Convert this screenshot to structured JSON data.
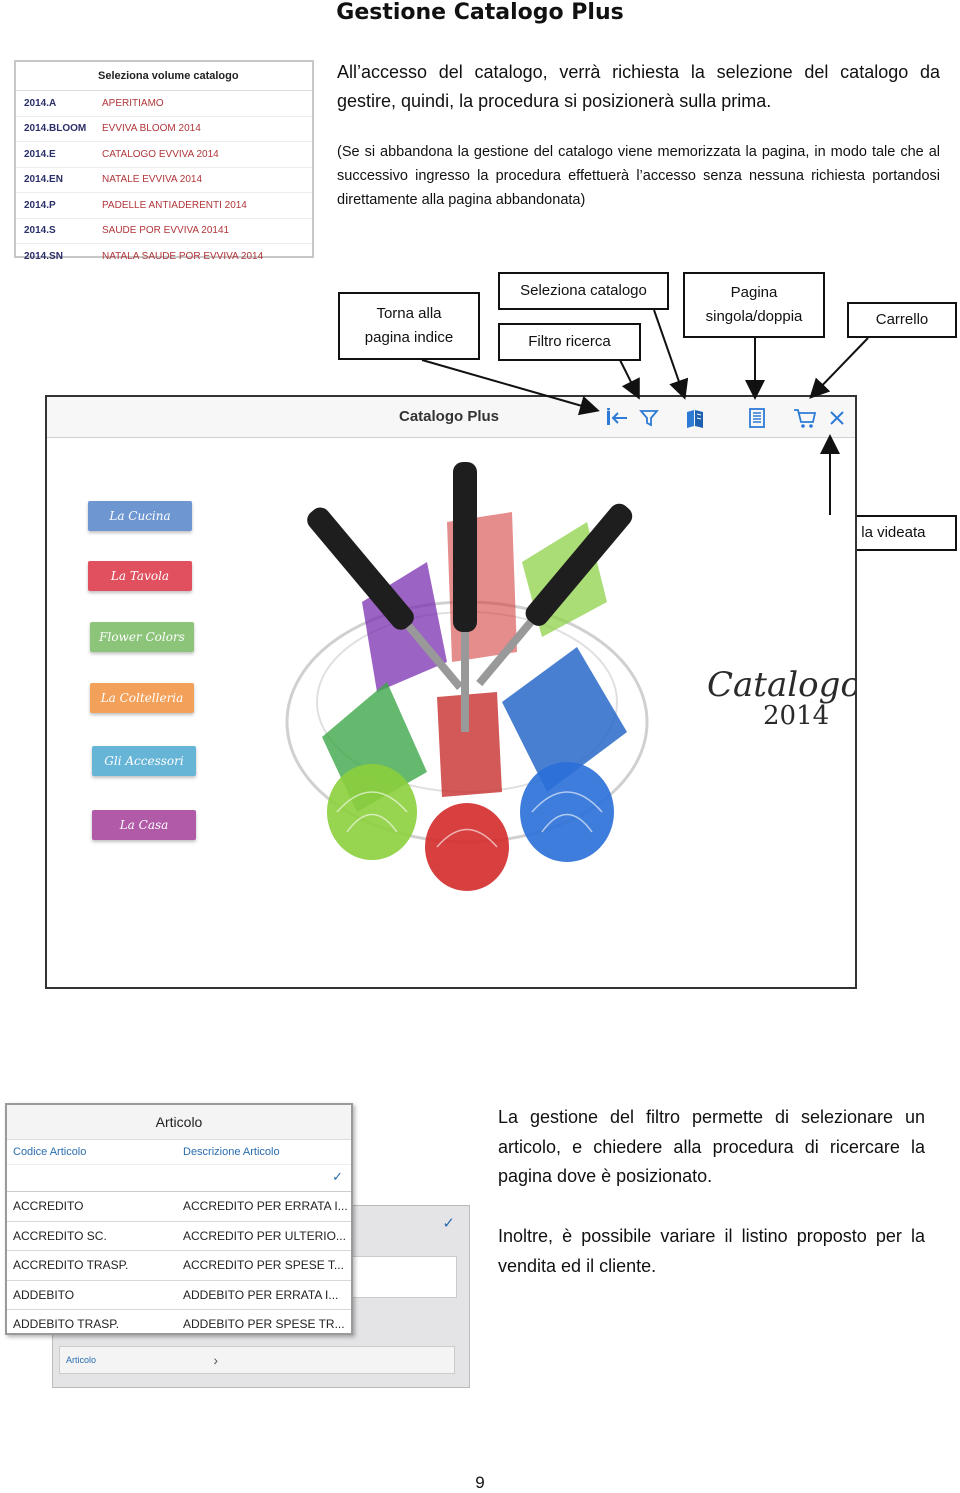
{
  "title": "Gestione Catalogo Plus",
  "volume_panel": {
    "header": "Seleziona volume catalogo",
    "rows": [
      {
        "code": "2014.A",
        "name": "APERITIAMO"
      },
      {
        "code": "2014.BLOOM",
        "name": "EVVIVA BLOOM 2014"
      },
      {
        "code": "2014.E",
        "name": "CATALOGO EVVIVA 2014"
      },
      {
        "code": "2014.EN",
        "name": "NATALE EVVIVA 2014"
      },
      {
        "code": "2014.P",
        "name": "PADELLE ANTIADERENTI 2014"
      },
      {
        "code": "2014.S",
        "name": "SAUDE POR EVVIVA 20141"
      },
      {
        "code": "2014.SN",
        "name": "NATALA SAUDE POR EVVIVA 2014"
      }
    ]
  },
  "intro": "All’accesso del catalogo, verrà richiesta la selezione del catalogo da gestire, quindi, la procedura si posizionerà  sulla prima.",
  "note": "(Se si abbandona la gestione del catalogo viene memorizzata la pagina, in modo tale che al successivo ingresso la procedura effettuerà l’accesso senza nessuna richiesta portandosi direttamente alla pagina abbandonata)",
  "callouts": {
    "torna": "Torna alla pagina indice",
    "seleziona": "Seleziona catalogo",
    "filtro": "Filtro ricerca",
    "pagina": "Pagina singola/doppia",
    "carrello": "Carrello",
    "chiudi": "Chiudi la videata"
  },
  "app": {
    "title": "Catalogo Plus",
    "icons": [
      "back-to-index-icon",
      "filter-icon",
      "catalog-books-icon",
      "page-layout-icon",
      "cart-icon",
      "close-icon"
    ],
    "categories": [
      {
        "label": "La Cucina",
        "color": "#6e97d2"
      },
      {
        "label": "La Tavola",
        "color": "#e0505e"
      },
      {
        "label": "Flower Colors",
        "color": "#8cc47a"
      },
      {
        "label": "La Coltelleria",
        "color": "#f2a05a"
      },
      {
        "label": "Gli Accessori",
        "color": "#66b4d6"
      },
      {
        "label": "La Casa",
        "color": "#b05aa8"
      }
    ],
    "brand_word": "Catalogo",
    "brand_year": "2014"
  },
  "articolo": {
    "title": "Articolo",
    "col1": "Codice Articolo",
    "col2": "Descrizione Articolo",
    "rows": [
      {
        "code": "ACCREDITO",
        "desc": "ACCREDITO PER ERRATA I..."
      },
      {
        "code": "ACCREDITO SC.",
        "desc": "ACCREDITO PER ULTERIO..."
      },
      {
        "code": "ACCREDITO TRASP.",
        "desc": "ACCREDITO PER SPESE T..."
      },
      {
        "code": "ADDEBITO",
        "desc": "ADDEBITO PER ERRATA I..."
      },
      {
        "code": "ADDEBITO TRASP.",
        "desc": "ADDEBITO PER SPESE TR..."
      }
    ],
    "back_field_label": "Articolo"
  },
  "right_text_1": "La gestione del filtro permette di selezionare un articolo, e chiedere alla procedura di ricercare la pagina dove è posizionato.",
  "right_text_2": "Inoltre, è possibile variare il listino proposto per la vendita ed il cliente.",
  "page_number": "9"
}
